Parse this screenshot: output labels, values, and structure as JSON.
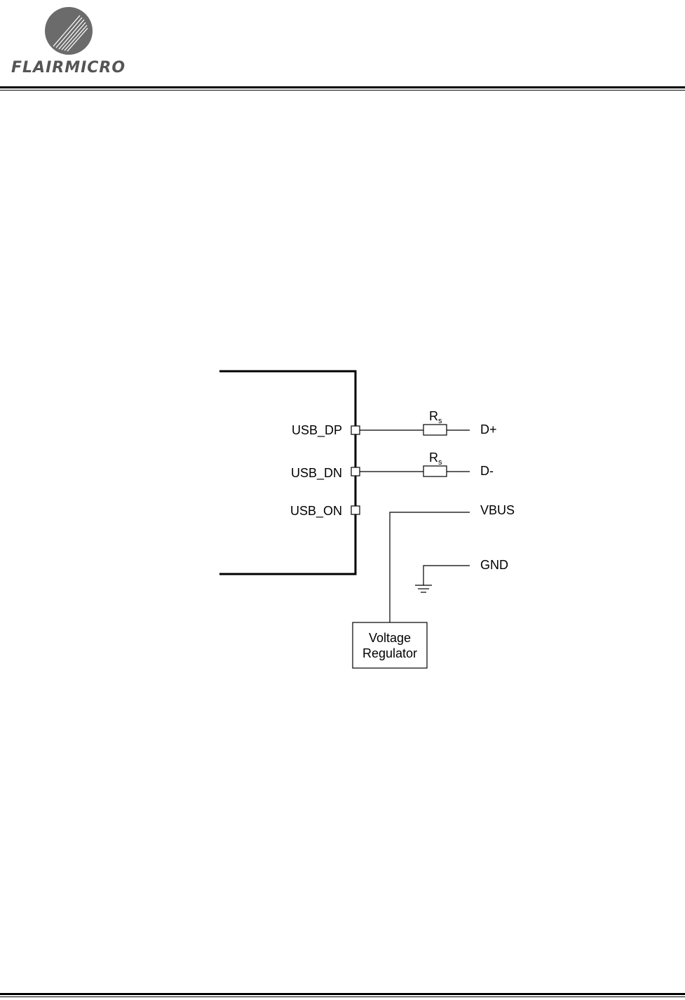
{
  "header": {
    "logo_text": "FLAIRMICRO"
  },
  "diagram": {
    "pins": [
      {
        "label": "USB_DP"
      },
      {
        "label": "USB_DN"
      },
      {
        "label": "USB_ON"
      }
    ],
    "resistors": [
      {
        "label": "R",
        "subscript": "s"
      },
      {
        "label": "R",
        "subscript": "s"
      }
    ],
    "nets": [
      {
        "label": "D+"
      },
      {
        "label": "D-"
      },
      {
        "label": "VBUS"
      },
      {
        "label": "GND"
      }
    ],
    "regulator": {
      "line1": "Voltage",
      "line2": "Regulator"
    }
  },
  "colors": {
    "logo_gray": "#6b6b6b",
    "logo_text": "#555555",
    "line": "#000000"
  }
}
